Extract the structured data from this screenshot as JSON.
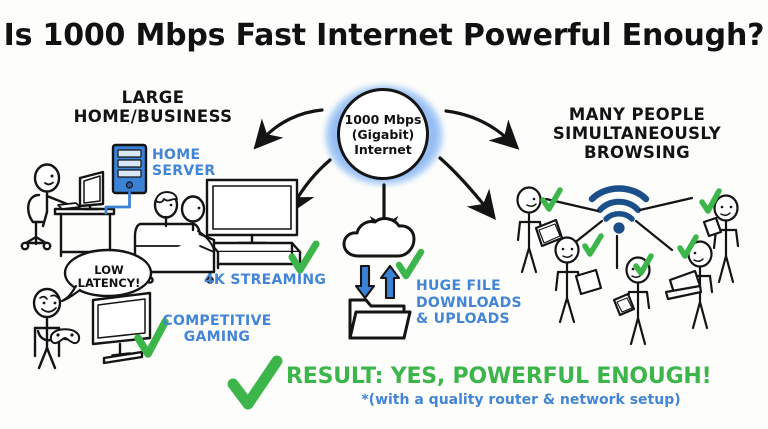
{
  "title": "Is 1000 Mbps Fast Internet Powerful Enough?",
  "colors": {
    "background": "#fdfdfb",
    "ink": "#141414",
    "blue_label": "#4285d6",
    "blue_icon": "#2f7ad1",
    "blue_dark": "#1a4f8a",
    "green_check": "#3cb54a",
    "glow": "#2878eb"
  },
  "hub": {
    "text": "1000 Mbps\n(Gigabit)\nInternet",
    "line1": "1000 Mbps",
    "line2": "(Gigabit)",
    "line3": "Internet",
    "arrows": 5
  },
  "sections": {
    "left": {
      "heading": "LARGE\nHOME/BUSINESS",
      "labels": [
        {
          "text": "HOME\nSERVER",
          "color": "#4285d6"
        },
        {
          "text": "4K STREAMING",
          "color": "#4285d6"
        },
        {
          "text": "COMPETITIVE\nGAMING",
          "color": "#4285d6"
        }
      ],
      "speech_bubble": "LOW\nLATENCY!",
      "scenes": [
        "person-at-desk-with-monitor",
        "blue-home-server-tower",
        "two-people-on-couch-watching-tv",
        "gamer-with-controller-at-monitor"
      ],
      "checks": 2
    },
    "center": {
      "label": "HUGE FILE\nDOWNLOADS\n& UPLOADS",
      "icons": [
        "cloud",
        "download-arrow",
        "upload-arrow",
        "folder"
      ],
      "checks": 1
    },
    "right": {
      "heading": "MANY PEOPLE\nSIMULTANEOUSLY\nBROWSING",
      "icon": "wifi-icon",
      "people": [
        {
          "device": "tablet"
        },
        {
          "device": "tablet"
        },
        {
          "device": "smartphone"
        },
        {
          "device": "laptop"
        },
        {
          "device": "smartphone"
        }
      ],
      "checks": 5
    }
  },
  "result": {
    "text": "RESULT: YES, POWERFUL ENOUGH!",
    "subtext": "*(with a quality router & network setup)",
    "check": "green-checkmark"
  }
}
